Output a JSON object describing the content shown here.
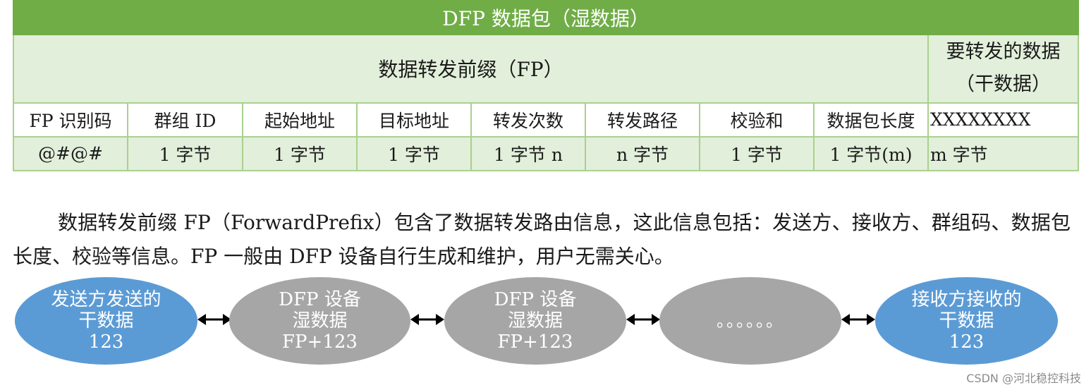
{
  "table": {
    "title": "DFP 数据包（湿数据）",
    "group_prefix": "数据转发前缀（FP）",
    "group_payload_line1": "要转发的数据",
    "group_payload_line2": "（干数据）",
    "fields": [
      "FP 识别码",
      "群组 ID",
      "起始地址",
      "目标地址",
      "转发次数",
      "转发路径",
      "校验和",
      "数据包长度",
      "XXXXXXXX"
    ],
    "sizes": [
      "@#@#",
      "1 字节",
      "1 字节",
      "1 字节",
      "1 字节 n",
      "n 字节",
      "1 字节",
      "1 字节(m)",
      "m 字节"
    ]
  },
  "paragraph": "数据转发前缀 FP（ForwardPrefix）包含了数据转发路由信息，这此信息包括：发送方、接收方、群组码、数据包长度、校验等信息。FP 一般由 DFP 设备自行生成和维护，用户无需关心。",
  "flow": {
    "nodes": [
      {
        "lines": [
          "发送方发送的",
          "干数据",
          "123"
        ],
        "color": "#5b9bd5"
      },
      {
        "lines": [
          "DFP 设备",
          "湿数据",
          "FP+123"
        ],
        "color": "#a6a6a6"
      },
      {
        "lines": [
          "DFP 设备",
          "湿数据",
          "FP+123"
        ],
        "color": "#a6a6a6"
      },
      {
        "lines": [
          "。。。。。。"
        ],
        "color": "#a6a6a6"
      },
      {
        "lines": [
          "接收方接收的",
          "干数据",
          "123"
        ],
        "color": "#5b9bd5"
      }
    ]
  },
  "watermark": "CSDN @河北稳控科技",
  "colors": {
    "title_bg": "#70ad47",
    "light_green": "#e2efda",
    "border": "#a9d18e",
    "node_blue": "#5b9bd5",
    "node_gray": "#a6a6a6"
  }
}
